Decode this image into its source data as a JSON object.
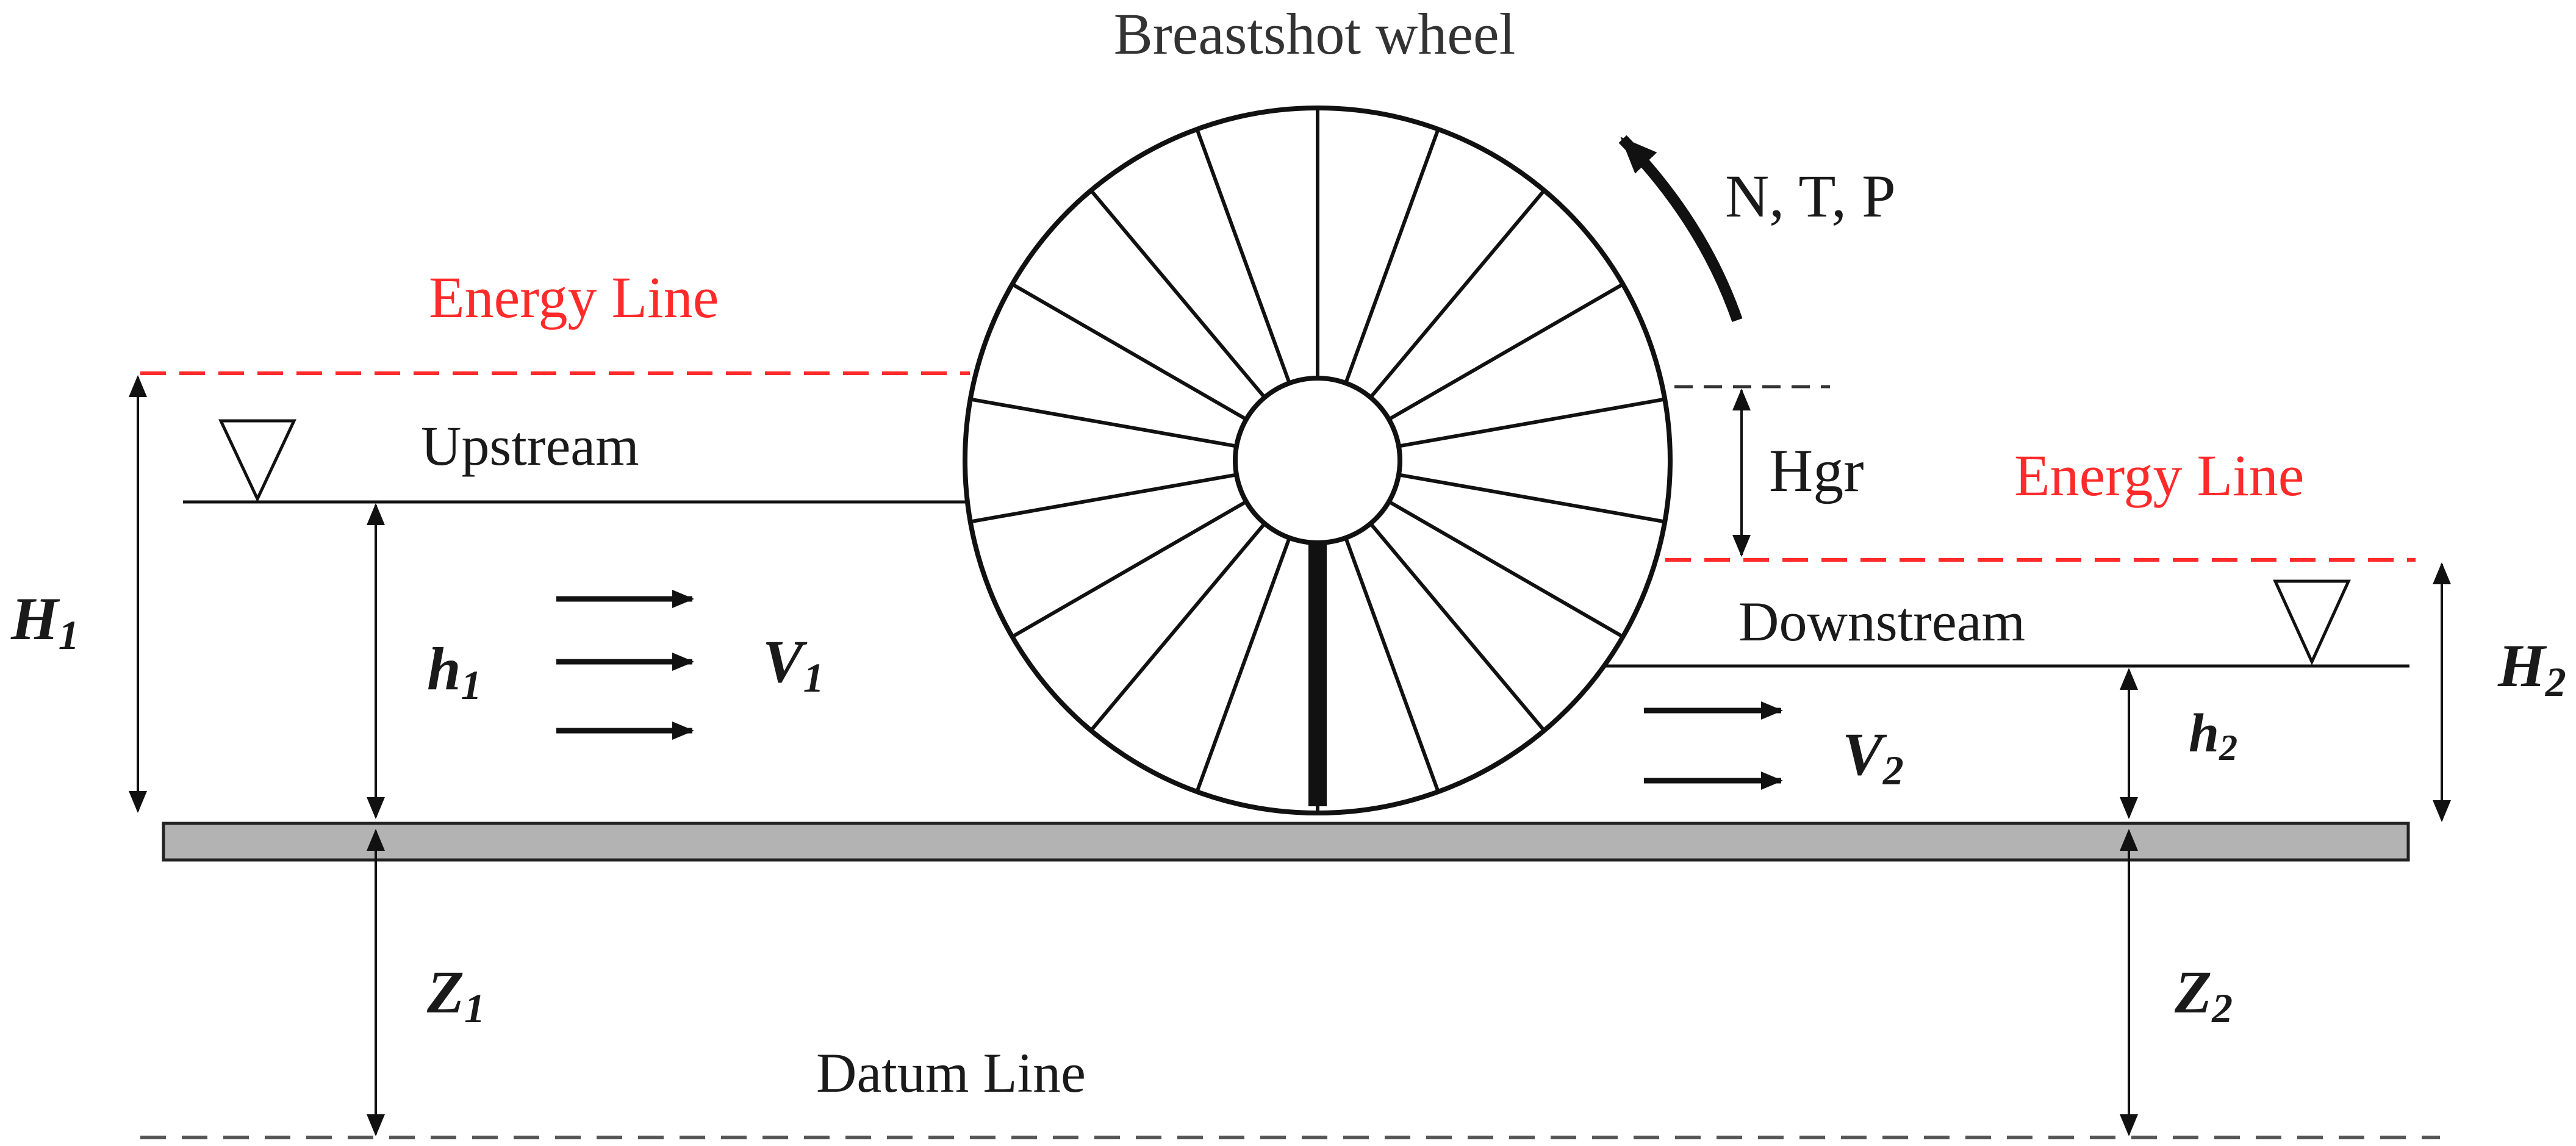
{
  "title": "Breastshot wheel",
  "wheel_outputs": "N, T, P",
  "upstream_label": "Upstream",
  "downstream_label": "Downstream",
  "datum_label": "Datum Line",
  "energy_line_upstream": "Energy Line",
  "energy_line_downstream": "Energy Line",
  "gross_head": "Hgr",
  "symbols": {
    "H1": {
      "main": "H",
      "sub": "1"
    },
    "h1": {
      "main": "h",
      "sub": "1"
    },
    "V1": {
      "main": "V",
      "sub": "1"
    },
    "Z1": {
      "main": "Z",
      "sub": "1"
    },
    "H2": {
      "main": "H",
      "sub": "2"
    },
    "h2": {
      "main": "h",
      "sub": "2"
    },
    "V2": {
      "main": "V",
      "sub": "2"
    },
    "Z2": {
      "main": "Z",
      "sub": "2"
    }
  },
  "colors": {
    "energy_line": "#ff2a2a",
    "channel_bed": "#b3b3b3",
    "datum_line": "#555555",
    "ink": "#111111"
  }
}
